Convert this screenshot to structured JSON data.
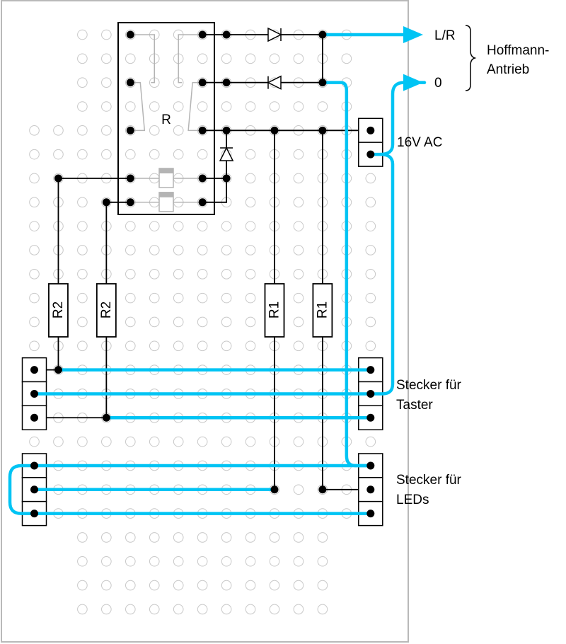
{
  "diagram": {
    "type": "stripboard-layout",
    "colors": {
      "wire": "#00c4f4",
      "trace": "#000000",
      "hole": "#c8c8c8",
      "relay_internal": "#b4b4b4",
      "board_border": "#b9b9b9"
    },
    "relay": {
      "label": "R"
    },
    "resistors": [
      {
        "label": "R2",
        "col": 1
      },
      {
        "label": "R2",
        "col": 3
      },
      {
        "label": "R1",
        "col": 10
      },
      {
        "label": "R1",
        "col": 12
      }
    ],
    "labels": {
      "out_lr": "L/R",
      "out_zero": "0",
      "motor_line1": "Hoffmann-",
      "motor_line2": "Antrieb",
      "power": "16V AC",
      "taster_line1": "Stecker für",
      "taster_line2": "Taster",
      "led_line1": "Stecker für",
      "led_line2": "LEDs"
    },
    "connectors": [
      {
        "name": "power-connector",
        "pins": 2
      },
      {
        "name": "taster-connector-left",
        "pins": 3
      },
      {
        "name": "taster-connector-right",
        "pins": 3
      },
      {
        "name": "led-connector-left",
        "pins": 3
      },
      {
        "name": "led-connector-right",
        "pins": 3
      }
    ],
    "diodes": 3
  }
}
